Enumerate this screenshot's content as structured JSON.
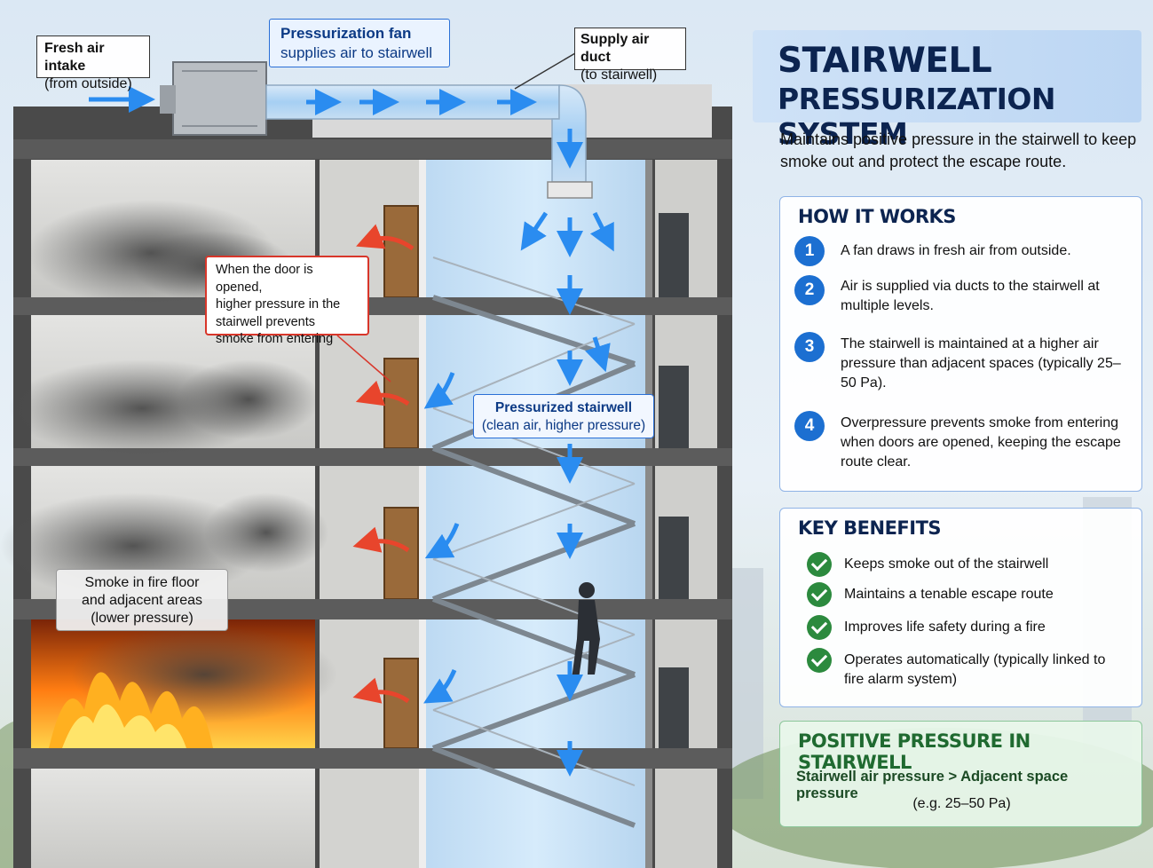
{
  "title": {
    "line1": "STAIRWELL",
    "line2": "PRESSURIZATION SYSTEM"
  },
  "subtitle": "Maintains positive pressure in the stairwell to keep smoke out and protect the escape route.",
  "how_it_works": {
    "heading": "HOW IT WORKS",
    "steps": [
      {
        "number": "1",
        "text": "A fan draws in fresh air from outside."
      },
      {
        "number": "2",
        "text": "Air is supplied via ducts to the stairwell at multiple levels."
      },
      {
        "number": "3",
        "text": "The stairwell is maintained at a higher air pressure than adjacent spaces (typically 25–50 Pa)."
      },
      {
        "number": "4",
        "text": "Overpressure prevents smoke from entering when doors are opened, keeping the escape route clear."
      }
    ]
  },
  "key_benefits": {
    "heading": "KEY BENEFITS",
    "items": [
      "Keeps smoke out of the stairwell",
      "Maintains a tenable escape route",
      "Improves life safety during a fire",
      "Operates automatically (typically linked to fire alarm system)"
    ]
  },
  "positive_pressure": {
    "heading": "POSITIVE PRESSURE IN STAIRWELL",
    "relation_left": "Stairwell air pressure",
    "relation_symbol": ">",
    "relation_right": "Adjacent space pressure",
    "example": "(e.g. 25–50 Pa)"
  },
  "callouts": {
    "fresh_air": {
      "line1": "Fresh air intake",
      "line2": "(from outside)"
    },
    "fan": {
      "line1": "Pressurization fan",
      "line2": "supplies air to stairwell"
    },
    "duct": {
      "line1": "Supply air duct",
      "line2": "(to stairwell)"
    },
    "door": {
      "line1": "When the door is opened,",
      "line2": "higher pressure in the",
      "line3": "stairwell prevents",
      "line4": "smoke from entering"
    },
    "stairwell": {
      "line1": "Pressurized stairwell",
      "line2": "(clean air, higher pressure)"
    },
    "smoke": {
      "line1": "Smoke in fire floor",
      "line2": "and adjacent areas",
      "line3": "(lower pressure)"
    }
  },
  "colors": {
    "supply_air": "#2a8cf0",
    "leak_arrow": "#e8452c",
    "check": "#2c8a3e",
    "step": "#1c6fd1",
    "title": "#0c2450"
  },
  "icons": [
    "fan-unit-icon",
    "supply-air-arrow-icon",
    "smoke-leak-arrow-icon",
    "check-icon",
    "person-icon",
    "fire-icon"
  ]
}
